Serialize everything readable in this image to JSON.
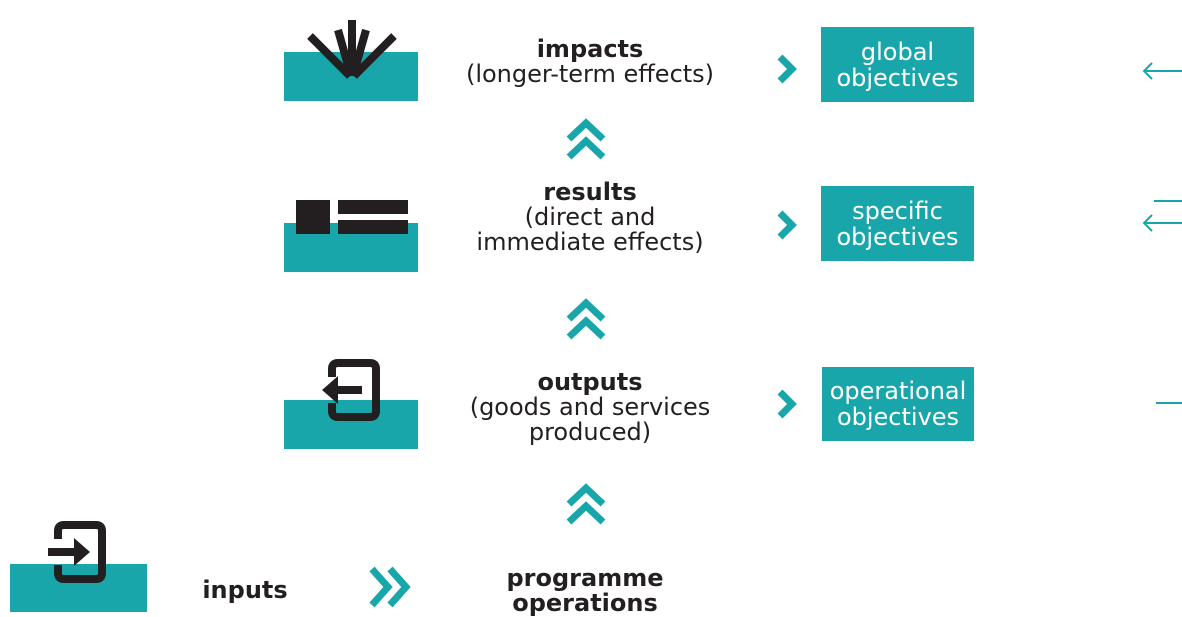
{
  "colors": {
    "accent": "#19a6aa",
    "dark": "#231f20",
    "box_text": "#ffffff"
  },
  "levels": [
    {
      "id": "impacts",
      "title": "impacts",
      "subtitle_lines": [
        "(longer-term effects)"
      ],
      "icon": "impact-burst-icon",
      "objective_lines": [
        "global",
        "objectives"
      ],
      "feedback_arrow": "left-arrow-icon"
    },
    {
      "id": "results",
      "title": "results",
      "subtitle_lines": [
        "(direct and",
        "immediate effects)"
      ],
      "icon": "results-blocks-icon",
      "objective_lines": [
        "specific",
        "objectives"
      ],
      "feedback_arrow": "left-arrow-icon"
    },
    {
      "id": "outputs",
      "title": "outputs",
      "subtitle_lines": [
        "(goods and services",
        "produced)"
      ],
      "icon": "exit-box-icon",
      "objective_lines": [
        "operational",
        "objectives"
      ],
      "feedback_arrow": "line-icon"
    }
  ],
  "inputs": {
    "label": "inputs",
    "icon": "enter-box-icon"
  },
  "operations": {
    "lines": [
      "programme",
      "operations"
    ]
  },
  "connectors": {
    "up": "double-chevron-up-icon",
    "right": "chevron-right-icon",
    "double_right": "double-chevron-right-icon"
  }
}
